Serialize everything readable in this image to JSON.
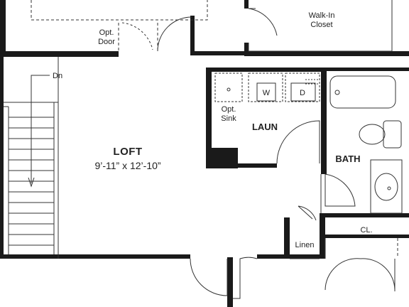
{
  "rooms": {
    "loft": {
      "name": "LOFT",
      "dimensions": "9’-11” x 12’-10”"
    },
    "laundry": {
      "name": "LAUN"
    },
    "bath": {
      "name": "BATH"
    },
    "walk_in_closet": {
      "line1": "Walk-In",
      "line2": "Closet"
    },
    "linen": {
      "name": "Linen"
    },
    "closet": {
      "name": "CL."
    }
  },
  "labels": {
    "opt_door_line1": "Opt.",
    "opt_door_line2": "Door",
    "opt_sink_line1": "Opt.",
    "opt_sink_line2": "Sink",
    "stairs_down": "Dn",
    "washer": "W",
    "dryer": "D"
  },
  "colors": {
    "wall": "#1a1a1a",
    "line": "#333333",
    "background": "#ffffff"
  }
}
